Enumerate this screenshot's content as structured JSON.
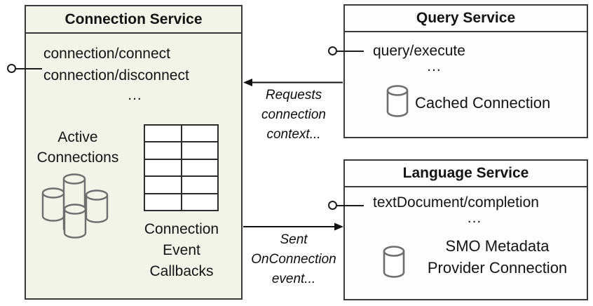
{
  "colors": {
    "connection_fill": "#f2f4e9",
    "service_fill": "#fdfdfd",
    "border": "#3a3a3a",
    "cylinder_stroke": "#6e6e6e",
    "text": "#141414"
  },
  "connection_service": {
    "title": "Connection Service",
    "method_1": "connection/connect",
    "method_2": "connection/disconnect",
    "ellipsis": "...",
    "active_label": [
      "Active",
      "Connections"
    ],
    "callbacks_label": [
      "Connection",
      "Event",
      "Callbacks"
    ]
  },
  "query_service": {
    "title": "Query Service",
    "method_1": "query/execute",
    "ellipsis": "...",
    "cache_label": "Cached Connection"
  },
  "language_service": {
    "title": "Language Service",
    "method_1": "textDocument/completion",
    "ellipsis": "...",
    "provider_label": [
      "SMO Metadata",
      "Provider Connection"
    ]
  },
  "connectors": {
    "requests_arrow_label": [
      "Requests",
      "connection",
      "context..."
    ],
    "sent_arrow_label": [
      "Sent",
      "OnConnection",
      "event..."
    ]
  },
  "icons": {
    "interface_lollipop": "interface-lollipop-icon",
    "database_cylinder": "database-cylinder-icon",
    "database_cluster": "database-cluster-icon",
    "callbacks_table": "callbacks-table-grid",
    "arrow_left": "arrow-left-icon",
    "arrow_right": "arrow-right-icon"
  }
}
